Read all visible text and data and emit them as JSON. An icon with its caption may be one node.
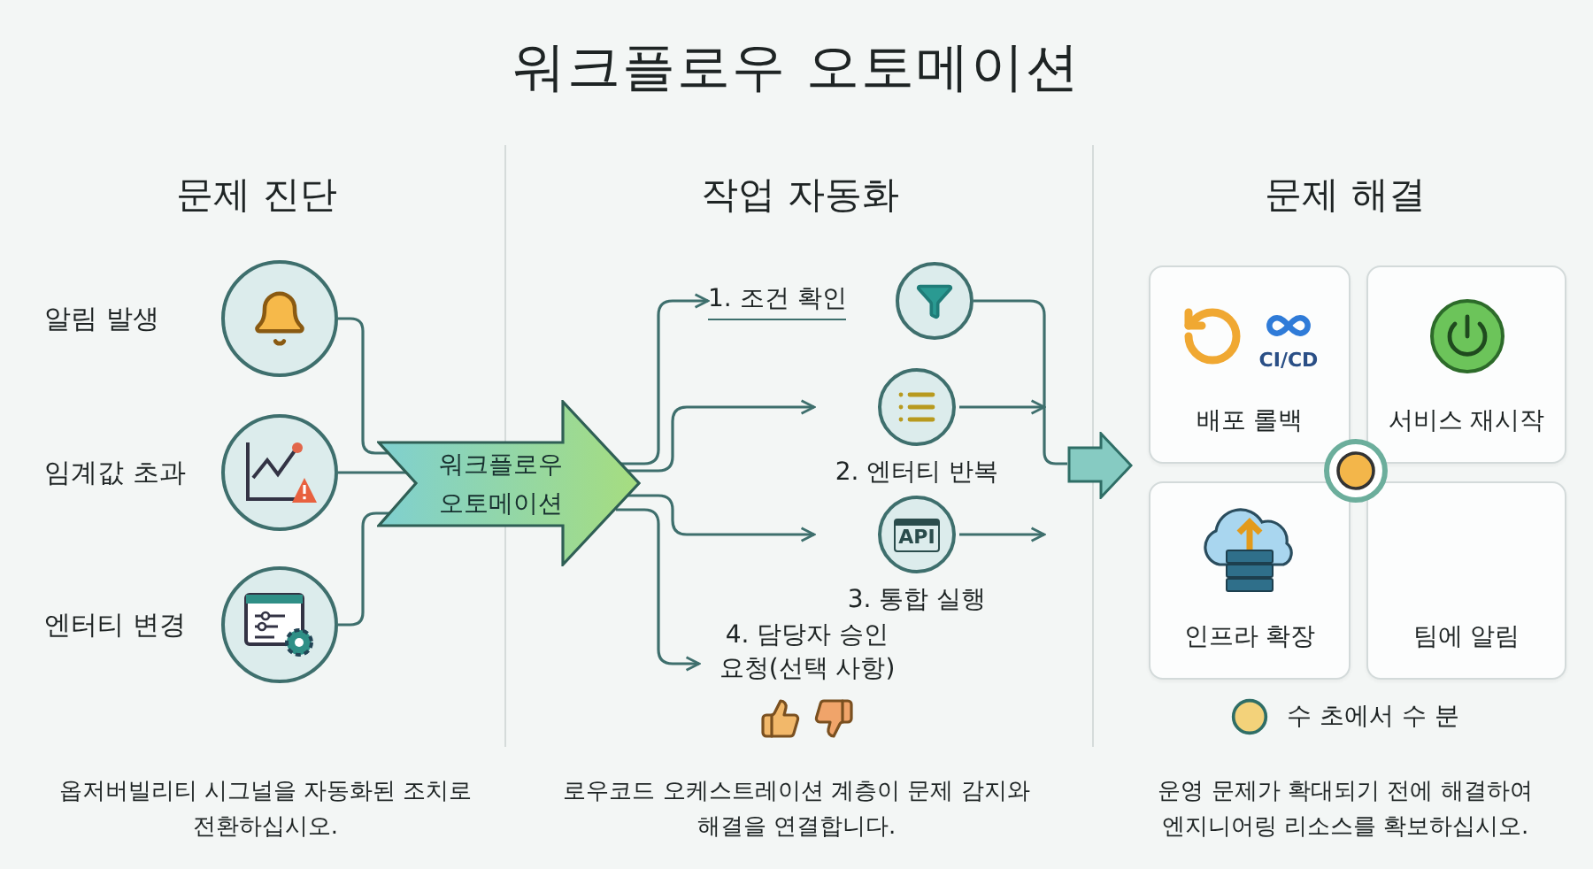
{
  "diagram": {
    "title": "워크플로우 오토메이션",
    "nodes": [
      {
        "text": [
          "알림 발생"
        ]
      },
      {
        "text": [
          "임계값 초과"
        ]
      },
      {
        "text": [
          "엔터티 변경"
        ]
      },
      {
        "text": [
          "워크플로우 오토메이션"
        ]
      },
      {
        "text": [
          "1. 조건 확인"
        ]
      },
      {
        "text": [
          "2. 엔터티 반복"
        ]
      },
      {
        "text": [
          "API",
          "3. 통합 실행"
        ]
      },
      {
        "text": [
          "4. 담당자 승인 요청(선택 사항)"
        ]
      },
      {
        "text": [],
        "shape": "arrow"
      },
      {
        "text": [
          "CI/CD",
          "배포 롤백"
        ]
      },
      {
        "text": [
          "서비스 재시작"
        ]
      },
      {
        "text": [
          "인프라 확장"
        ]
      },
      {
        "text": [
          "팀에 알림"
        ]
      }
    ],
    "edges": [
      {
        "from": 0,
        "to": 3,
        "arrow": "none"
      },
      {
        "from": 1,
        "to": 3,
        "arrow": "none"
      },
      {
        "from": 2,
        "to": 3,
        "arrow": "none"
      },
      {
        "from": 3,
        "to": 4,
        "arrow": "to"
      },
      {
        "from": 3,
        "to": 5,
        "arrow": "to"
      },
      {
        "from": 3,
        "to": 6,
        "arrow": "to"
      },
      {
        "from": 3,
        "to": 7,
        "arrow": "to"
      },
      {
        "from": 4,
        "to": 8,
        "arrow": "none"
      },
      {
        "from": 5,
        "to": null,
        "arrow": "to"
      },
      {
        "from": 6,
        "to": null,
        "arrow": "to"
      }
    ],
    "labels": [
      "문제 진단",
      "작업 자동화",
      "문제 해결",
      "수 초에서 수 분",
      "옵저버빌리티 시그널을 자동화된 조치로 전환하십시오.",
      "로우코드 오케스트레이션 계층이 문제 감지와 해결을 연결합니다.",
      "운영 문제가 확대되기 전에 해결하여 엔지니어링 리소스를 확보하십시오."
    ]
  }
}
